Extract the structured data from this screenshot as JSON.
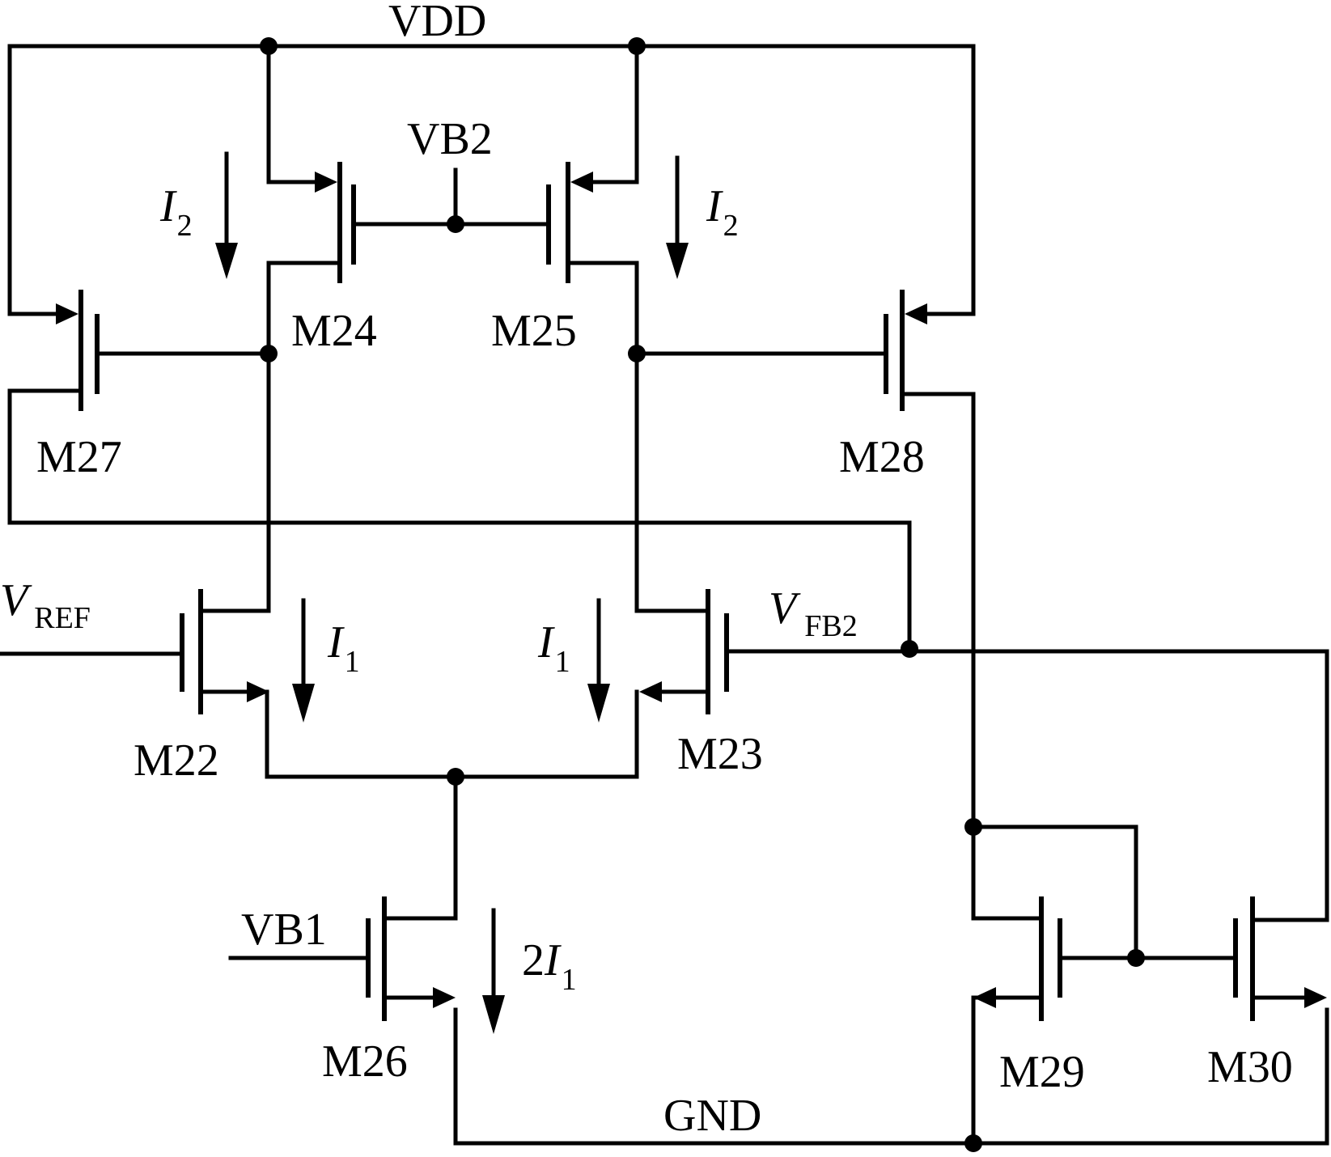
{
  "rails": {
    "vdd": "VDD",
    "gnd": "GND"
  },
  "bias": {
    "vb1": "VB1",
    "vb2": "VB2"
  },
  "inputs": {
    "vref": {
      "main": "V",
      "sub": "REF"
    },
    "vfb2": {
      "main": "V",
      "sub": "FB2"
    }
  },
  "transistors": {
    "m22": "M22",
    "m23": "M23",
    "m24": "M24",
    "m25": "M25",
    "m26": "M26",
    "m27": "M27",
    "m28": "M28",
    "m29": "M29",
    "m30": "M30"
  },
  "currents": {
    "i2_left": {
      "main": "I",
      "sub": "2"
    },
    "i2_right": {
      "main": "I",
      "sub": "2"
    },
    "i1_left": {
      "main": "I",
      "sub": "1"
    },
    "i1_right": {
      "main": "I",
      "sub": "1"
    },
    "tail": {
      "prefix": "2",
      "main": "I",
      "sub": "1"
    }
  }
}
